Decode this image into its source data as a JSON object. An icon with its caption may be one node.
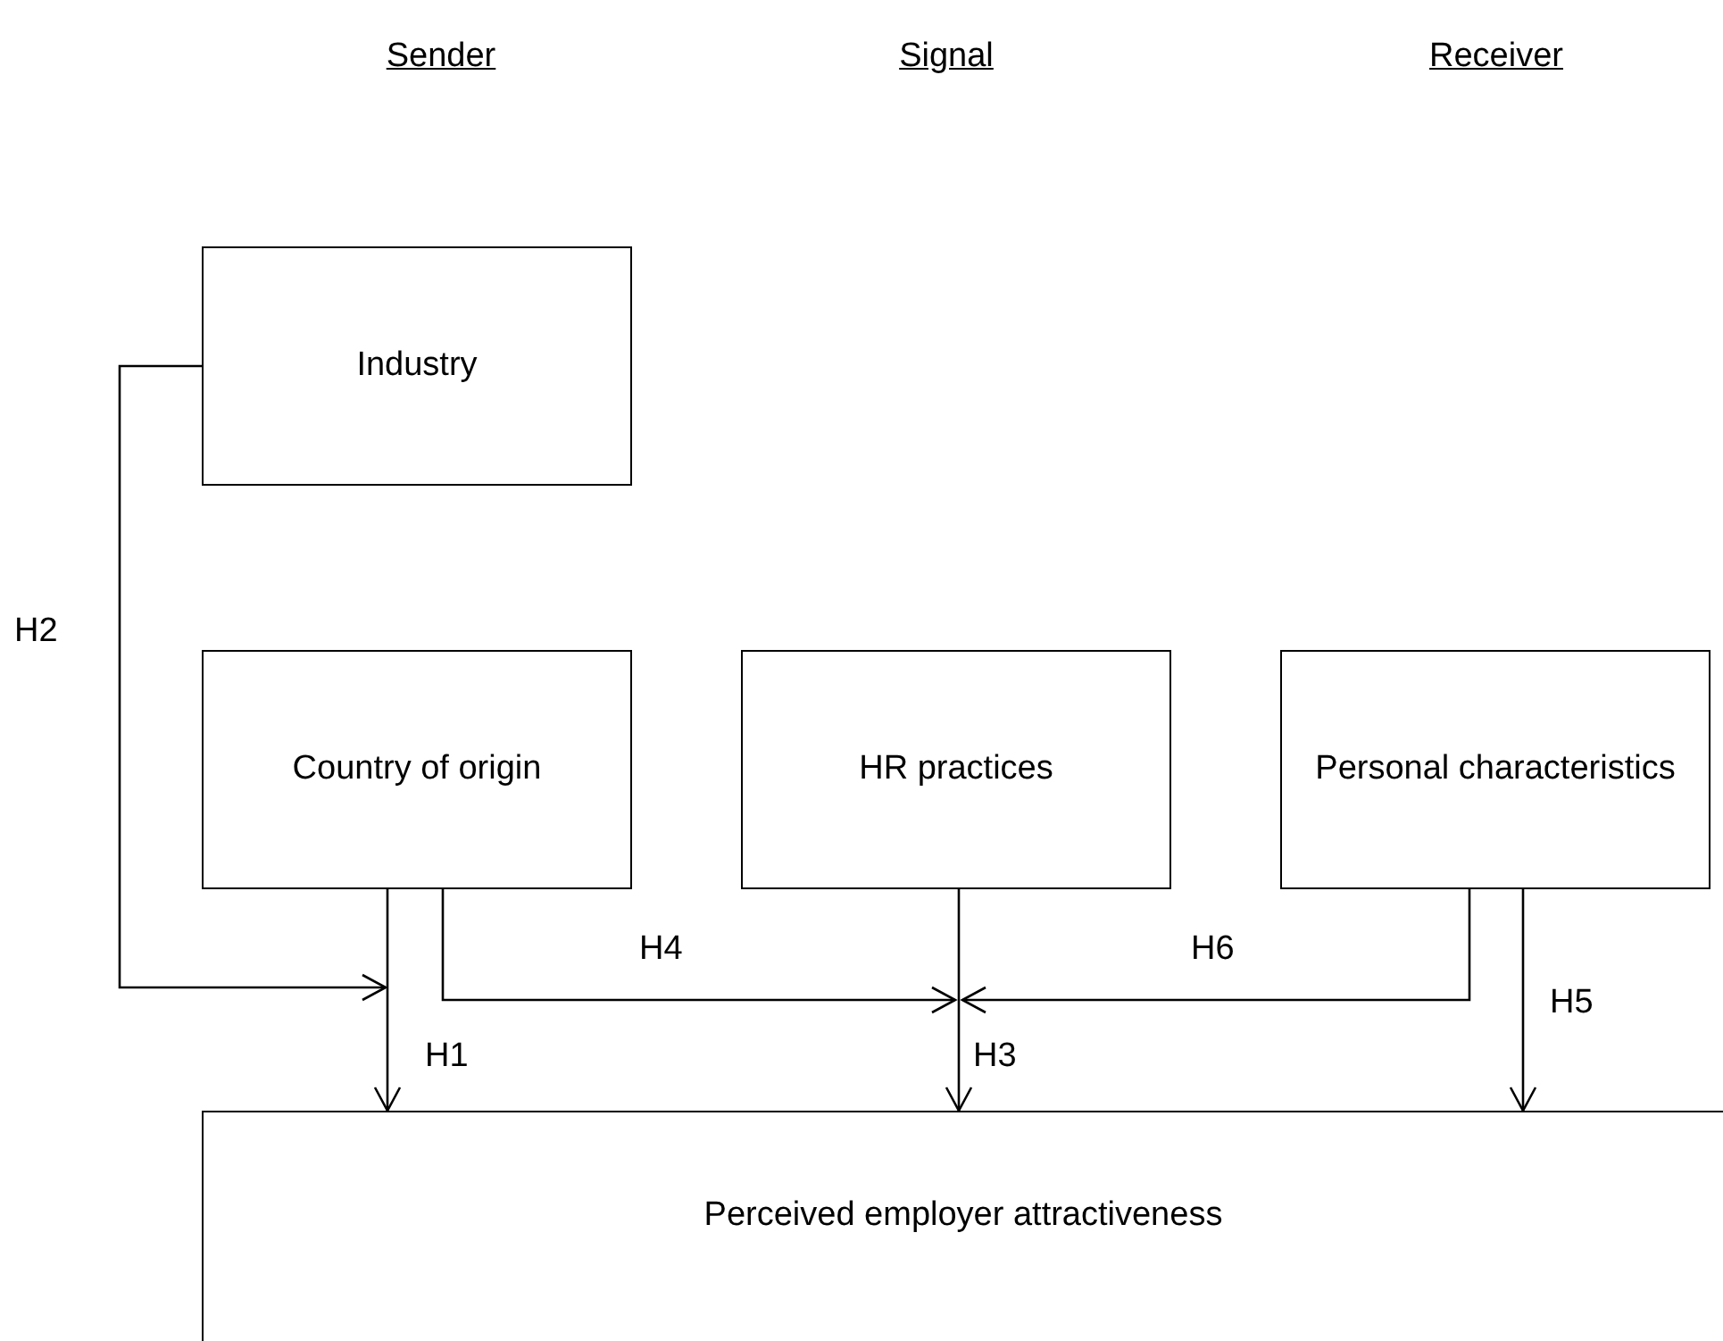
{
  "diagram": {
    "nodes": [
      {
        "text": [
          "Industry"
        ]
      },
      {
        "text": [
          "Country of origin"
        ]
      },
      {
        "text": [
          "HR practices"
        ]
      },
      {
        "text": [
          "Personal characteristics"
        ]
      },
      {
        "text": [
          "Perceived employer attractiveness"
        ]
      }
    ],
    "edges": [
      {
        "from": 0,
        "to": null,
        "arrow": "to",
        "label": "H2"
      },
      {
        "from": 1,
        "to": 4,
        "arrow": "to",
        "label": "H1"
      },
      {
        "from": 1,
        "to": null,
        "arrow": "to",
        "label": "H4"
      },
      {
        "from": 2,
        "to": 4,
        "arrow": "to",
        "label": "H3"
      },
      {
        "from": 3,
        "to": null,
        "arrow": "to",
        "label": "H6"
      },
      {
        "from": 3,
        "to": 4,
        "arrow": "to",
        "label": "H5"
      }
    ],
    "labels": [
      "Sender",
      "Signal",
      "Receiver"
    ]
  }
}
